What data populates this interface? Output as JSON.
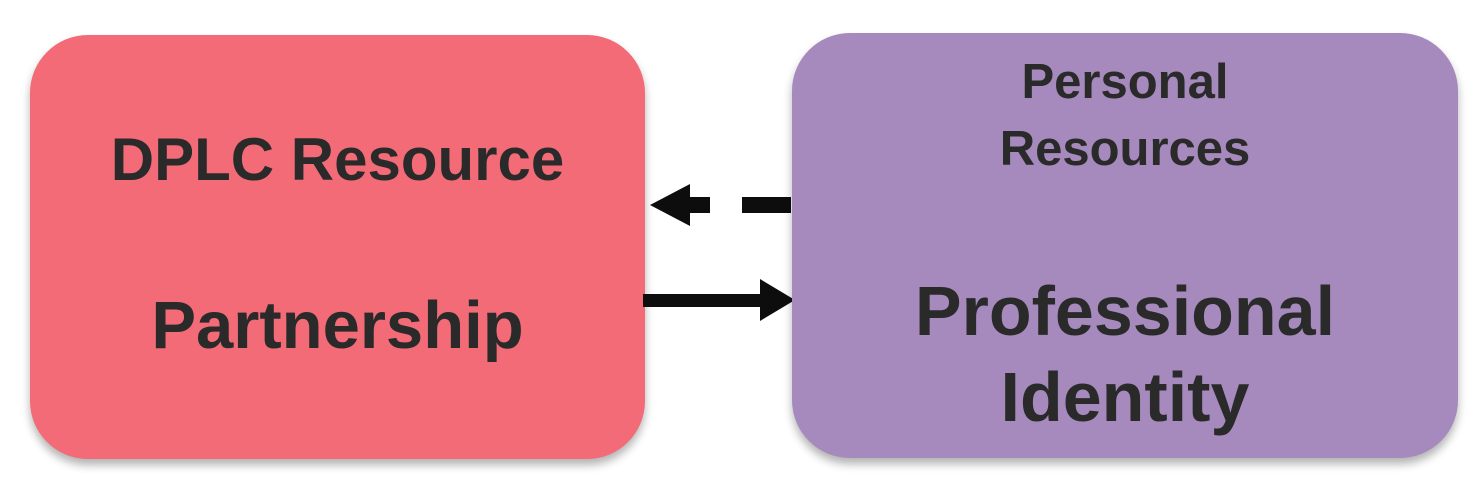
{
  "diagram": {
    "nodes": [
      {
        "title": "DPLC Resource",
        "label": "Partnership",
        "fill": "#f26b77"
      },
      {
        "title_line1": "Personal",
        "title_line2": "Resources",
        "label_line1": "Professional",
        "label_line2": "Identity",
        "fill": "#a78abd"
      }
    ],
    "arrows": [
      {
        "style": "dashed",
        "direction": "left",
        "from": "Professional Identity",
        "to": "Partnership"
      },
      {
        "style": "solid",
        "direction": "right",
        "from": "Partnership",
        "to": "Professional Identity"
      }
    ],
    "colors": {
      "node_red": "#f26b77",
      "node_purple": "#a78abd",
      "text": "#2a2a2a",
      "arrow": "#0d0d0d",
      "background": "#ffffff"
    }
  }
}
